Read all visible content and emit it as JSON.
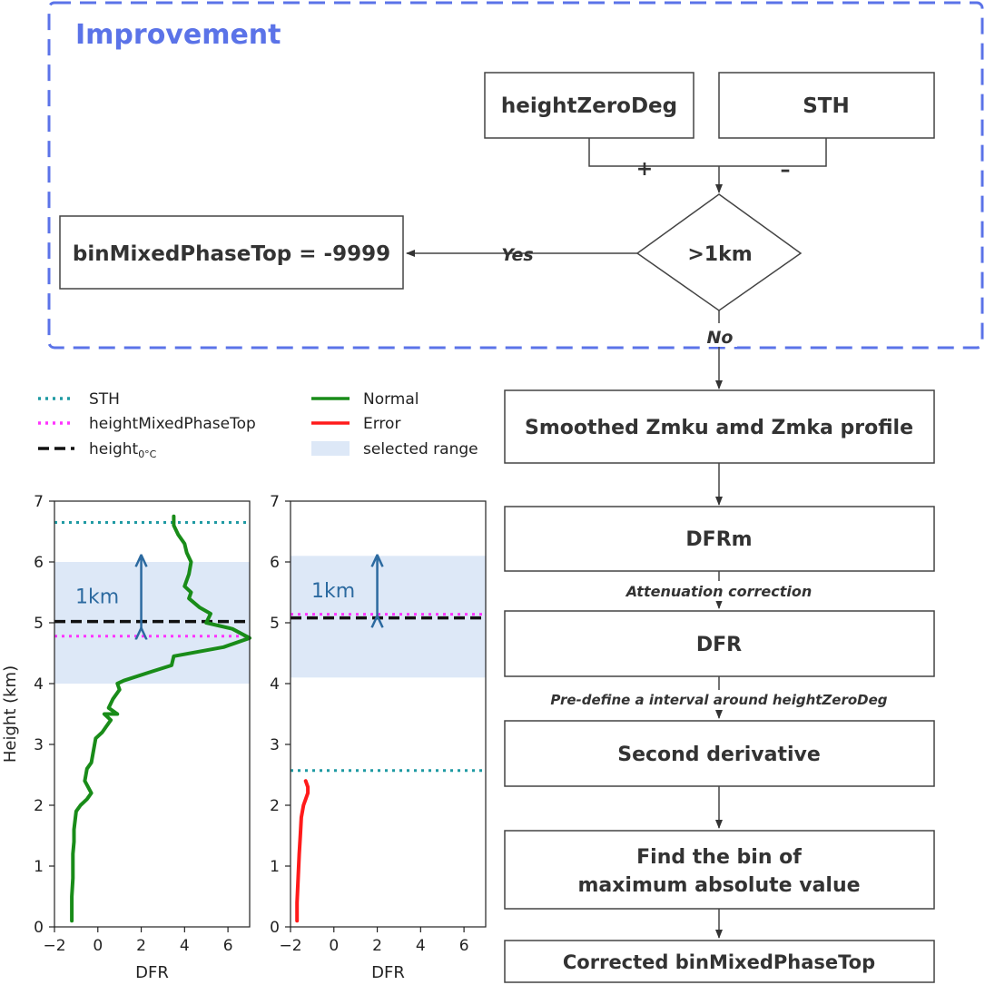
{
  "improvement": {
    "title": "Improvement",
    "frame_color": "#5b73e8",
    "nodes": {
      "height_zero_deg": "heightZeroDeg",
      "sth": "STH",
      "threshold": ">1km",
      "bin_mixed_phase_top": "binMixedPhaseTop = -9999"
    },
    "edge_labels": {
      "plus": "+",
      "minus": "–",
      "yes": "Yes",
      "no": "No"
    }
  },
  "flow": {
    "steps": [
      "Smoothed Zmku amd Zmka profile",
      "DFRm",
      "DFR",
      "Second derivative",
      "Find the bin of",
      "maximum absolute value",
      "Corrected binMixedPhaseTop"
    ],
    "transitions": {
      "attenuation": "Attenuation correction",
      "predefine": "Pre-define a interval around heightZeroDeg"
    }
  },
  "legend": {
    "sth": "STH",
    "height_mixed_phase_top": "heightMixedPhaseTop",
    "height_zero_base": "height",
    "height_zero_sub": "0°C",
    "normal": "Normal",
    "error": "Error",
    "selected_range": "selected range"
  },
  "colors": {
    "sth": "#1f9aa3",
    "mixed_phase_top": "#ff33ff",
    "zero_deg": "#111111",
    "normal": "#198c19",
    "error": "#ff1a1a",
    "selected_range": "#dde8f7",
    "annotation": "#2c6aa0"
  },
  "chart_data": [
    {
      "type": "line",
      "xlabel": "DFR",
      "ylabel": "Height (km)",
      "xlim": [
        -2,
        7
      ],
      "ylim": [
        0,
        7
      ],
      "xticks": [
        -2,
        0,
        2,
        4,
        6
      ],
      "yticks": [
        0,
        1,
        2,
        3,
        4,
        5,
        6,
        7
      ],
      "series": [
        {
          "name": "Normal",
          "x": [
            -1.2,
            -1.2,
            -1.15,
            -1.15,
            -1.1,
            -1.1,
            -1.05,
            -1.0,
            -0.8,
            -0.5,
            -0.3,
            -0.6,
            -0.5,
            -0.3,
            -0.2,
            -0.1,
            0.2,
            0.4,
            0.6,
            0.3,
            0.9,
            0.5,
            0.7,
            1.0,
            0.9,
            1.2,
            2.5,
            3.4,
            3.5,
            5.8,
            7.0,
            6.2,
            5.0,
            5.2,
            4.7,
            4.2,
            4.3,
            4.0,
            4.2,
            4.3,
            4.1,
            4.0,
            3.7,
            3.5,
            3.5
          ],
          "y": [
            0.1,
            0.5,
            0.8,
            1.2,
            1.4,
            1.6,
            1.75,
            1.9,
            2.0,
            2.1,
            2.2,
            2.4,
            2.6,
            2.7,
            2.9,
            3.1,
            3.2,
            3.3,
            3.4,
            3.5,
            3.5,
            3.6,
            3.75,
            3.9,
            4.0,
            4.05,
            4.2,
            4.3,
            4.45,
            4.6,
            4.75,
            4.9,
            5.0,
            5.15,
            5.25,
            5.4,
            5.5,
            5.6,
            5.8,
            6.0,
            6.15,
            6.3,
            6.45,
            6.6,
            6.75
          ]
        }
      ],
      "references": {
        "sth": 6.65,
        "height_mixed_phase_top": 4.78,
        "height_zero": 5.02
      },
      "selected_range": [
        4.0,
        6.0
      ],
      "annotation": {
        "label": "1km",
        "x": 2.0,
        "from": 4.9,
        "to": 6.1
      }
    },
    {
      "type": "line",
      "xlabel": "DFR",
      "ylabel": "",
      "xlim": [
        -2,
        7
      ],
      "ylim": [
        0,
        7
      ],
      "xticks": [
        -2,
        0,
        2,
        4,
        6
      ],
      "yticks": [
        0,
        1,
        2,
        3,
        4,
        5,
        6,
        7
      ],
      "series": [
        {
          "name": "Error",
          "x": [
            -1.7,
            -1.7,
            -1.65,
            -1.6,
            -1.55,
            -1.5,
            -1.4,
            -1.3,
            -1.2,
            -1.2,
            -1.3
          ],
          "y": [
            0.1,
            0.4,
            0.8,
            1.2,
            1.5,
            1.8,
            2.0,
            2.1,
            2.2,
            2.3,
            2.4
          ]
        }
      ],
      "references": {
        "sth": 2.57,
        "height_mixed_phase_top": 5.14,
        "height_zero": 5.08
      },
      "selected_range": [
        4.1,
        6.1
      ],
      "annotation": {
        "label": "1km",
        "x": 2.0,
        "from": 5.1,
        "to": 6.1
      }
    }
  ]
}
